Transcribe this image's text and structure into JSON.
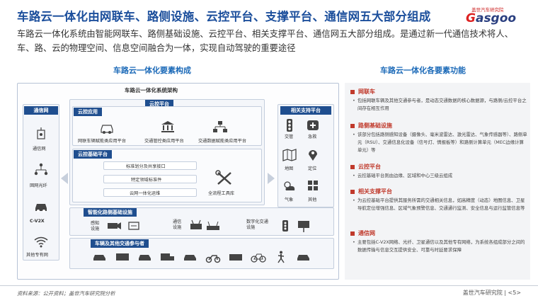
{
  "header": {
    "title": "车路云一体化由网联车、路侧设施、云控平台、支撑平台、通信网五大部分组成",
    "logo_top": "盖世汽车研究院",
    "logo_word_g": "G",
    "logo_word_rest": "asgoo"
  },
  "description": "车路云一体化系统由智能网联车、路侧基础设施、云控平台、相关支撑平台、通信网五大部分组成。是通过新一代通信技术将人、车、路、云的物理空间、信息空间融合为一体，实现自动驾驶的重要途径",
  "left": {
    "heading": "车路云一体化要素构成",
    "arch_title": "车路云一体化系统架构",
    "comm": {
      "bar": "通信网",
      "items": [
        "通信网",
        "固网光纤",
        "C-V2X",
        "其他专有网"
      ]
    },
    "cloud_app": {
      "bar": "云控应用",
      "items": [
        "网联车辆赋能类应用平台",
        "交通管控类应用平台",
        "交通数据赋能类应用平台"
      ]
    },
    "cloud_platform": {
      "bar": "云控平台"
    },
    "cloud_base": {
      "bar": "云控基础平台",
      "items": [
        "标准划分及共享接口",
        "特定领域标准件",
        "云网一体化运维",
        "全流程工具库"
      ]
    },
    "support": {
      "bar": "相关支持平台",
      "items": [
        "交管",
        "急救",
        "地图",
        "定位",
        "气象",
        "其他"
      ]
    },
    "roadside": {
      "bar": "智能化路侧基础设施",
      "items": [
        "感知设施",
        "通信设施",
        "数字化交通设施"
      ]
    },
    "vehicles": {
      "bar": "车辆及其他交通参与者"
    }
  },
  "right": {
    "heading": "车路云一体化各要素功能",
    "sections": [
      {
        "title": "网联车",
        "body": "包括网联车辆及其他交通参与者，是动态交通数据的核心数据源，与路侧/云控平台之间存在相互作用"
      },
      {
        "title": "路侧基础设施",
        "body": "该部分包括路侧感知设备（摄像头、毫米波雷达、激光雷达、气象传感器等）、路侧单元（RSU）、交通信息化设备（信号灯、情报板等）和路侧计算单元（MEC边缘计算单元）等"
      },
      {
        "title": "云控平台",
        "body": "云控基础平台则由边缘、区域和中心三级云组成"
      },
      {
        "title": "相关支撑平台",
        "body": "为云控基础平台提供其服务所需的交通相关信息，如高精度（动态）地图信息、卫星导航定位增强信息、区域气象预警信息、交通通行监测、安全信息与运行监管信息等"
      },
      {
        "title": "通信网",
        "body": "主要包括C-V2X网络、光纤、卫星通信以及其他专有网络，为系统各组成部分之间的数据传输与信息交互提供安全、可靠与时延要求保障"
      }
    ]
  },
  "footer": {
    "source": "资料来源：公开资料；盖世汽车研究院分析",
    "brand": "盖世汽车研究院 | <5>"
  },
  "colors": {
    "title": "#1c4f9c",
    "bar": "#1f4e8f",
    "accent": "#c0392b"
  }
}
